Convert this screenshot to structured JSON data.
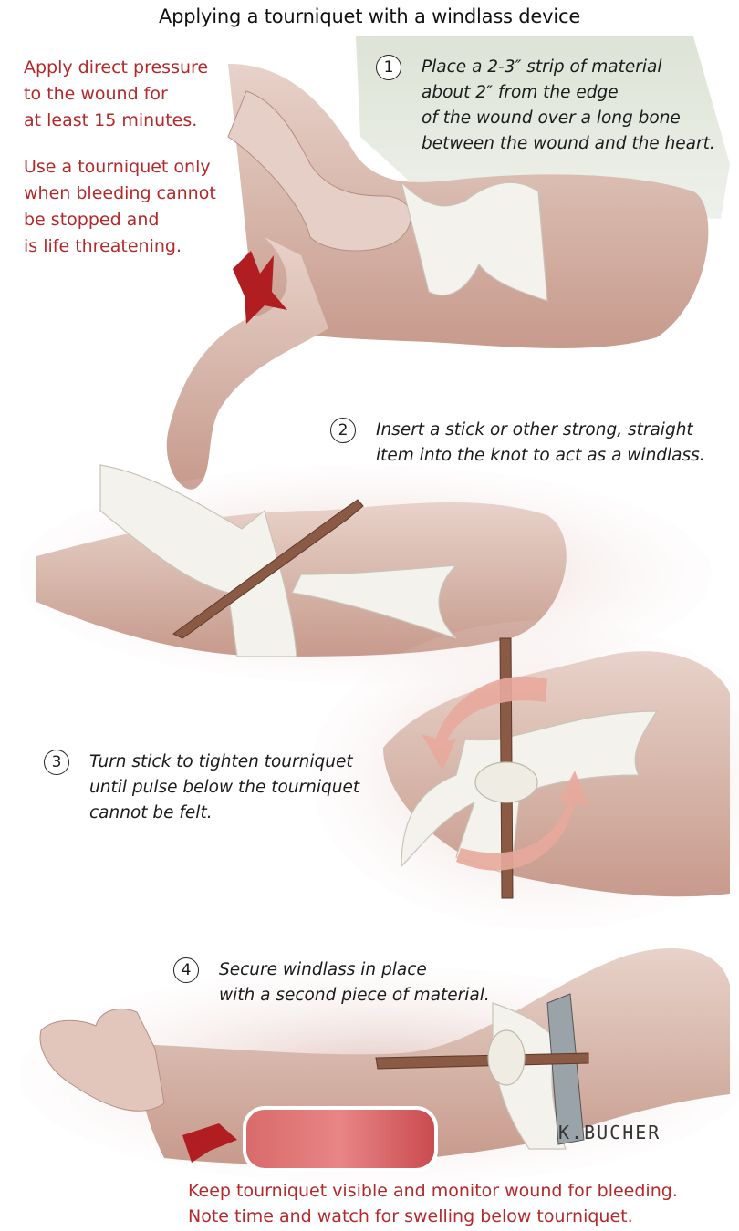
{
  "title": "Applying a tourniquet with a windlass device",
  "intro_warning": {
    "paragraph1": [
      "Apply direct pressure",
      "to the wound for",
      "at least 15 minutes."
    ],
    "paragraph2": [
      "Use a tourniquet only",
      "when bleeding cannot",
      "be stopped and",
      "is life threatening."
    ]
  },
  "steps": [
    {
      "number": "1",
      "lines": [
        "Place a 2-3″ strip of material",
        "about 2″ from the edge",
        "of the wound over a long bone",
        "between the wound and the heart."
      ]
    },
    {
      "number": "2",
      "lines": [
        "Insert a stick or other strong, straight",
        "item into the knot to act as a windlass."
      ]
    },
    {
      "number": "3",
      "lines": [
        "Turn stick to tighten tourniquet",
        "until pulse below the tourniquet",
        "cannot be felt."
      ]
    },
    {
      "number": "4",
      "lines": [
        "Secure windlass in place",
        "with a second piece of material."
      ]
    }
  ],
  "closing_warning": [
    "Keep tourniquet visible and monitor wound for bleeding.",
    "Note time and watch for swelling below tourniquet."
  ],
  "signature": "K.BUCHER",
  "colors": {
    "warning_text": "#b5282a",
    "skin": "#dcc0b6",
    "bandage": "#f4f2ec",
    "stick": "#8a5a44",
    "blood": "#b01e22",
    "arrow": "#e8a89c"
  }
}
